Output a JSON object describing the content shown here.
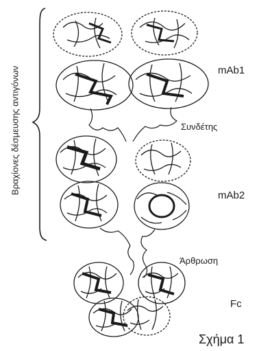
{
  "labels": {
    "arms": "Βραχίονες δέσμευσης αντιγόνων",
    "mab1": "mAb1",
    "linker": "Συνδέτης",
    "mab2": "mAb2",
    "hinge": "Άρθρωση",
    "fc": "Fc",
    "caption": "Σχήμα 1"
  },
  "colors": {
    "ink": "#1a1a1a",
    "background": "#ffffff"
  }
}
